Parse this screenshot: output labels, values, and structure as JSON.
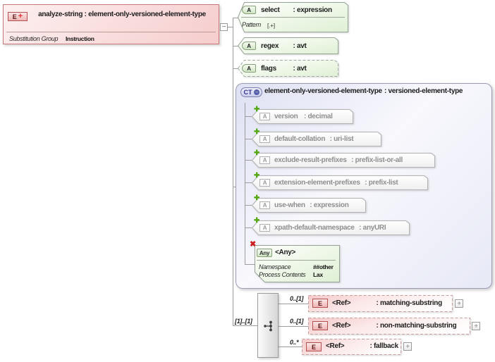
{
  "icons": {
    "element": "E",
    "element_plus": "+",
    "attribute": "A",
    "complex_type": "CT",
    "ct_arrow": "→",
    "any": "Any",
    "inherited_plus": "✚",
    "prohibited": "✖",
    "collapse": "−",
    "expand": "+"
  },
  "root_element": {
    "title": "analyze-string : element-only-versioned-element-type",
    "substitution_group": {
      "label": "Substitution Group",
      "value": "Instruction"
    }
  },
  "attributes": [
    {
      "name": "select",
      "type": ": expression",
      "facet_label": "Pattern",
      "facet_value": "[.+]"
    },
    {
      "name": "regex",
      "type": ": avt"
    },
    {
      "name": "flags",
      "type": ": avt"
    }
  ],
  "complex_type": {
    "name": "element-only-versioned-element-type",
    "type": ": versioned-element-type",
    "inherited_attributes": [
      {
        "name": "version",
        "type": ": decimal"
      },
      {
        "name": "default-collation",
        "type": ": uri-list"
      },
      {
        "name": "exclude-result-prefixes",
        "type": ": prefix-list-or-all"
      },
      {
        "name": "extension-element-prefixes",
        "type": ": prefix-list"
      },
      {
        "name": "use-when",
        "type": ": expression"
      },
      {
        "name": "xpath-default-namespace",
        "type": ": anyURI"
      }
    ],
    "any_element": {
      "label": "<Any>",
      "rows": [
        {
          "label": "Namespace",
          "value": "##other"
        },
        {
          "label": "Process Contents",
          "value": "Lax"
        }
      ]
    }
  },
  "sequence": {
    "cardinality": "[1]..[1]",
    "children": [
      {
        "cardinality": "0..[1]",
        "label": "<Ref>",
        "type": ": matching-substring"
      },
      {
        "cardinality": "0..[1]",
        "label": "<Ref>",
        "type": ": non-matching-substring"
      },
      {
        "cardinality": "0..*",
        "label": "<Ref>",
        "type": ": fallback"
      }
    ]
  }
}
